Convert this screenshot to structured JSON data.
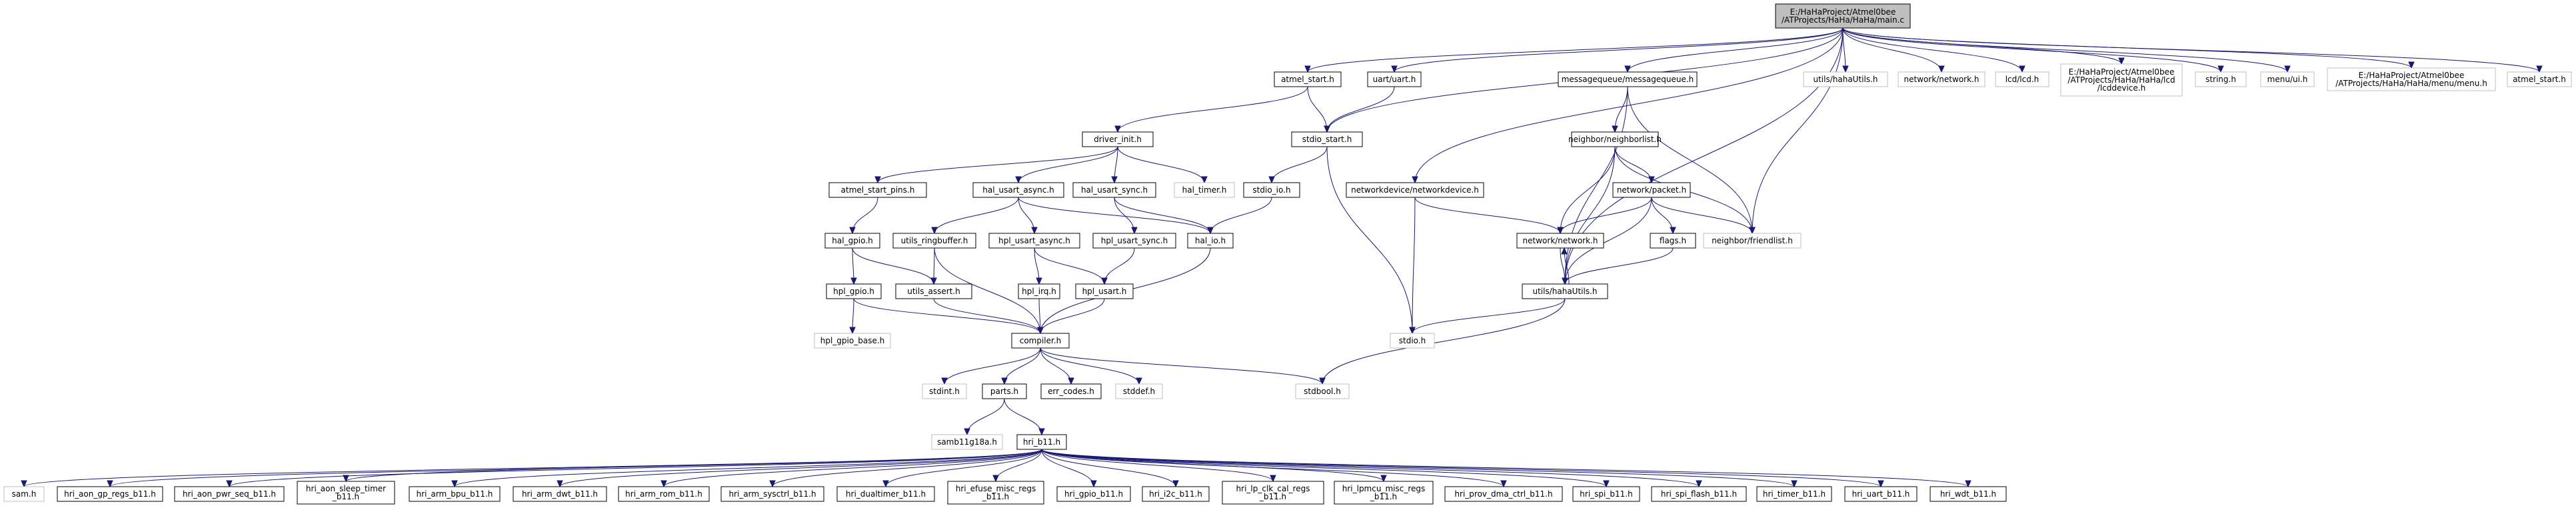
{
  "colors": {
    "edge": "#191970",
    "root_fill": "#bfbfbf",
    "root_border": "#000000",
    "documented_border": "#000000",
    "undocumented_border": "#bfbfbf",
    "node_fill": "#ffffff"
  },
  "nodes": [
    {
      "id": "main_c",
      "lines": [
        "E:/HaHaProject/Atmel0bee",
        "/ATProjects/HaHa/HaHa/main.c"
      ],
      "kind": "root"
    },
    {
      "id": "atmel_start_h",
      "lines": [
        "atmel_start.h"
      ],
      "kind": "documented"
    },
    {
      "id": "uart_h",
      "lines": [
        "uart/uart.h"
      ],
      "kind": "documented"
    },
    {
      "id": "mq_h",
      "lines": [
        "messagequeue/messagequeue.h"
      ],
      "kind": "documented"
    },
    {
      "id": "hahautils_top",
      "lines": [
        "utils/hahaUtils.h"
      ],
      "kind": "undocumented"
    },
    {
      "id": "network_top",
      "lines": [
        "network/network.h"
      ],
      "kind": "undocumented"
    },
    {
      "id": "lcd_h",
      "lines": [
        "lcd/lcd.h"
      ],
      "kind": "undocumented"
    },
    {
      "id": "lcddevice_h",
      "lines": [
        "E:/HaHaProject/Atmel0bee",
        "/ATProjects/HaHa/HaHa/lcd",
        "/lcddevice.h"
      ],
      "kind": "undocumented"
    },
    {
      "id": "string_h",
      "lines": [
        "string.h"
      ],
      "kind": "undocumented"
    },
    {
      "id": "menuui_h",
      "lines": [
        "menu/ui.h"
      ],
      "kind": "undocumented"
    },
    {
      "id": "menu_h",
      "lines": [
        "E:/HaHaProject/Atmel0bee",
        "/ATProjects/HaHa/HaHa/menu/menu.h"
      ],
      "kind": "undocumented"
    },
    {
      "id": "atmel_start_r",
      "lines": [
        "atmel_start.h"
      ],
      "kind": "undocumented"
    },
    {
      "id": "driver_init_h",
      "lines": [
        "driver_init.h"
      ],
      "kind": "documented"
    },
    {
      "id": "stdio_start_h",
      "lines": [
        "stdio_start.h"
      ],
      "kind": "documented"
    },
    {
      "id": "neighborlist_h",
      "lines": [
        "neighbor/neighborlist.h"
      ],
      "kind": "documented"
    },
    {
      "id": "atmel_start_pins_h",
      "lines": [
        "atmel_start_pins.h"
      ],
      "kind": "documented"
    },
    {
      "id": "hal_usart_async_h",
      "lines": [
        "hal_usart_async.h"
      ],
      "kind": "documented"
    },
    {
      "id": "hal_usart_sync_h",
      "lines": [
        "hal_usart_sync.h"
      ],
      "kind": "documented"
    },
    {
      "id": "hal_timer_h",
      "lines": [
        "hal_timer.h"
      ],
      "kind": "undocumented"
    },
    {
      "id": "stdio_io_h",
      "lines": [
        "stdio_io.h"
      ],
      "kind": "documented"
    },
    {
      "id": "networkdevice_h",
      "lines": [
        "networkdevice/networkdevice.h"
      ],
      "kind": "documented"
    },
    {
      "id": "packet_h",
      "lines": [
        "network/packet.h"
      ],
      "kind": "documented"
    },
    {
      "id": "hal_gpio_h",
      "lines": [
        "hal_gpio.h"
      ],
      "kind": "documented"
    },
    {
      "id": "utils_ringbuffer_h",
      "lines": [
        "utils_ringbuffer.h"
      ],
      "kind": "documented"
    },
    {
      "id": "hpl_usart_async_h",
      "lines": [
        "hpl_usart_async.h"
      ],
      "kind": "documented"
    },
    {
      "id": "hpl_usart_sync_h",
      "lines": [
        "hpl_usart_sync.h"
      ],
      "kind": "documented"
    },
    {
      "id": "hal_io_h",
      "lines": [
        "hal_io.h"
      ],
      "kind": "documented"
    },
    {
      "id": "network_h",
      "lines": [
        "network/network.h"
      ],
      "kind": "documented"
    },
    {
      "id": "flags_h",
      "lines": [
        "flags.h"
      ],
      "kind": "documented"
    },
    {
      "id": "friendlist_h",
      "lines": [
        "neighbor/friendlist.h"
      ],
      "kind": "undocumented"
    },
    {
      "id": "hpl_gpio_h",
      "lines": [
        "hpl_gpio.h"
      ],
      "kind": "documented"
    },
    {
      "id": "utils_assert_h",
      "lines": [
        "utils_assert.h"
      ],
      "kind": "documented"
    },
    {
      "id": "hpl_irq_h",
      "lines": [
        "hpl_irq.h"
      ],
      "kind": "documented"
    },
    {
      "id": "hpl_usart_h",
      "lines": [
        "hpl_usart.h"
      ],
      "kind": "documented"
    },
    {
      "id": "hahautils_h",
      "lines": [
        "utils/hahaUtils.h"
      ],
      "kind": "documented"
    },
    {
      "id": "hpl_gpio_base_h",
      "lines": [
        "hpl_gpio_base.h"
      ],
      "kind": "undocumented"
    },
    {
      "id": "compiler_h",
      "lines": [
        "compiler.h"
      ],
      "kind": "documented"
    },
    {
      "id": "stdio_h",
      "lines": [
        "stdio.h"
      ],
      "kind": "undocumented"
    },
    {
      "id": "stdint_h",
      "lines": [
        "stdint.h"
      ],
      "kind": "undocumented"
    },
    {
      "id": "parts_h",
      "lines": [
        "parts.h"
      ],
      "kind": "documented"
    },
    {
      "id": "err_codes_h",
      "lines": [
        "err_codes.h"
      ],
      "kind": "documented"
    },
    {
      "id": "stddef_h",
      "lines": [
        "stddef.h"
      ],
      "kind": "undocumented"
    },
    {
      "id": "stdbool_h",
      "lines": [
        "stdbool.h"
      ],
      "kind": "undocumented"
    },
    {
      "id": "samb11g18a_h",
      "lines": [
        "samb11g18a.h"
      ],
      "kind": "undocumented"
    },
    {
      "id": "hri_b11_h",
      "lines": [
        "hri_b11.h"
      ],
      "kind": "documented"
    },
    {
      "id": "sam_h",
      "lines": [
        "sam.h"
      ],
      "kind": "undocumented"
    },
    {
      "id": "hri_aon_gp_regs",
      "lines": [
        "hri_aon_gp_regs_b11.h"
      ],
      "kind": "documented"
    },
    {
      "id": "hri_aon_pwr_seq",
      "lines": [
        "hri_aon_pwr_seq_b11.h"
      ],
      "kind": "documented"
    },
    {
      "id": "hri_aon_sleep_timer",
      "lines": [
        "hri_aon_sleep_timer",
        "_b11.h"
      ],
      "kind": "documented"
    },
    {
      "id": "hri_arm_bpu",
      "lines": [
        "hri_arm_bpu_b11.h"
      ],
      "kind": "documented"
    },
    {
      "id": "hri_arm_dwt",
      "lines": [
        "hri_arm_dwt_b11.h"
      ],
      "kind": "documented"
    },
    {
      "id": "hri_arm_rom",
      "lines": [
        "hri_arm_rom_b11.h"
      ],
      "kind": "documented"
    },
    {
      "id": "hri_arm_sysctrl",
      "lines": [
        "hri_arm_sysctrl_b11.h"
      ],
      "kind": "documented"
    },
    {
      "id": "hri_dualtimer",
      "lines": [
        "hri_dualtimer_b11.h"
      ],
      "kind": "documented"
    },
    {
      "id": "hri_efuse_misc",
      "lines": [
        "hri_efuse_misc_regs",
        "_b11.h"
      ],
      "kind": "documented"
    },
    {
      "id": "hri_gpio",
      "lines": [
        "hri_gpio_b11.h"
      ],
      "kind": "documented"
    },
    {
      "id": "hri_i2c",
      "lines": [
        "hri_i2c_b11.h"
      ],
      "kind": "documented"
    },
    {
      "id": "hri_lp_clk_cal",
      "lines": [
        "hri_lp_clk_cal_regs",
        "_b11.h"
      ],
      "kind": "documented"
    },
    {
      "id": "hri_lpmcu_misc",
      "lines": [
        "hri_lpmcu_misc_regs",
        "_b11.h"
      ],
      "kind": "documented"
    },
    {
      "id": "hri_prov_dma",
      "lines": [
        "hri_prov_dma_ctrl_b11.h"
      ],
      "kind": "documented"
    },
    {
      "id": "hri_spi",
      "lines": [
        "hri_spi_b11.h"
      ],
      "kind": "documented"
    },
    {
      "id": "hri_spi_flash",
      "lines": [
        "hri_spi_flash_b11.h"
      ],
      "kind": "documented"
    },
    {
      "id": "hri_timer",
      "lines": [
        "hri_timer_b11.h"
      ],
      "kind": "documented"
    },
    {
      "id": "hri_uart",
      "lines": [
        "hri_uart_b11.h"
      ],
      "kind": "documented"
    },
    {
      "id": "hri_wdt",
      "lines": [
        "hri_wdt_b11.h"
      ],
      "kind": "documented"
    }
  ],
  "edges": [
    [
      "main_c",
      "atmel_start_h"
    ],
    [
      "main_c",
      "uart_h"
    ],
    [
      "main_c",
      "mq_h"
    ],
    [
      "main_c",
      "hahautils_top"
    ],
    [
      "main_c",
      "network_top"
    ],
    [
      "main_c",
      "lcd_h"
    ],
    [
      "main_c",
      "lcddevice_h"
    ],
    [
      "main_c",
      "string_h"
    ],
    [
      "main_c",
      "menuui_h"
    ],
    [
      "main_c",
      "menu_h"
    ],
    [
      "main_c",
      "atmel_start_r"
    ],
    [
      "main_c",
      "stdio_start_h"
    ],
    [
      "main_c",
      "networkdevice_h"
    ],
    [
      "main_c",
      "friendlist_h"
    ],
    [
      "main_c",
      "hahautils_h"
    ],
    [
      "atmel_start_h",
      "driver_init_h"
    ],
    [
      "atmel_start_h",
      "stdio_start_h"
    ],
    [
      "uart_h",
      "stdio_start_h"
    ],
    [
      "mq_h",
      "neighborlist_h"
    ],
    [
      "mq_h",
      "friendlist_h"
    ],
    [
      "mq_h",
      "hahautils_h"
    ],
    [
      "driver_init_h",
      "atmel_start_pins_h"
    ],
    [
      "driver_init_h",
      "hal_usart_async_h"
    ],
    [
      "driver_init_h",
      "hal_usart_sync_h"
    ],
    [
      "driver_init_h",
      "hal_timer_h"
    ],
    [
      "stdio_start_h",
      "stdio_io_h"
    ],
    [
      "stdio_start_h",
      "stdio_h"
    ],
    [
      "stdio_io_h",
      "hal_io_h"
    ],
    [
      "atmel_start_pins_h",
      "hal_gpio_h"
    ],
    [
      "hal_usart_async_h",
      "utils_ringbuffer_h"
    ],
    [
      "hal_usart_async_h",
      "hpl_usart_async_h"
    ],
    [
      "hal_usart_async_h",
      "hal_io_h"
    ],
    [
      "hal_usart_sync_h",
      "hpl_usart_sync_h"
    ],
    [
      "hal_usart_sync_h",
      "hal_io_h"
    ],
    [
      "hal_gpio_h",
      "hpl_gpio_h"
    ],
    [
      "hal_gpio_h",
      "utils_assert_h"
    ],
    [
      "utils_ringbuffer_h",
      "utils_assert_h"
    ],
    [
      "utils_ringbuffer_h",
      "compiler_h"
    ],
    [
      "hpl_usart_async_h",
      "hpl_irq_h"
    ],
    [
      "hpl_usart_async_h",
      "hpl_usart_h"
    ],
    [
      "hpl_usart_sync_h",
      "hpl_usart_h"
    ],
    [
      "hal_io_h",
      "compiler_h"
    ],
    [
      "hpl_gpio_h",
      "hpl_gpio_base_h"
    ],
    [
      "hpl_gpio_h",
      "compiler_h"
    ],
    [
      "utils_assert_h",
      "compiler_h"
    ],
    [
      "hpl_irq_h",
      "compiler_h"
    ],
    [
      "hpl_usart_h",
      "compiler_h"
    ],
    [
      "neighborlist_h",
      "packet_h"
    ],
    [
      "neighborlist_h",
      "network_h"
    ],
    [
      "neighborlist_h",
      "hahautils_h"
    ],
    [
      "neighborlist_h",
      "friendlist_h"
    ],
    [
      "packet_h",
      "network_h"
    ],
    [
      "packet_h",
      "flags_h"
    ],
    [
      "packet_h",
      "hahautils_h"
    ],
    [
      "packet_h",
      "friendlist_h"
    ],
    [
      "networkdevice_h",
      "network_h"
    ],
    [
      "networkdevice_h",
      "stdio_h"
    ],
    [
      "network_h",
      "hahautils_h"
    ],
    [
      "hahautils_h",
      "network_h"
    ],
    [
      "flags_h",
      "hahautils_h"
    ],
    [
      "hahautils_h",
      "stdio_h"
    ],
    [
      "hahautils_h",
      "stdbool_h"
    ],
    [
      "compiler_h",
      "stdint_h"
    ],
    [
      "compiler_h",
      "parts_h"
    ],
    [
      "compiler_h",
      "err_codes_h"
    ],
    [
      "compiler_h",
      "stddef_h"
    ],
    [
      "compiler_h",
      "stdbool_h"
    ],
    [
      "parts_h",
      "samb11g18a_h"
    ],
    [
      "parts_h",
      "hri_b11_h"
    ],
    [
      "hri_b11_h",
      "sam_h"
    ],
    [
      "hri_b11_h",
      "hri_aon_gp_regs"
    ],
    [
      "hri_b11_h",
      "hri_aon_pwr_seq"
    ],
    [
      "hri_b11_h",
      "hri_aon_sleep_timer"
    ],
    [
      "hri_b11_h",
      "hri_arm_bpu"
    ],
    [
      "hri_b11_h",
      "hri_arm_dwt"
    ],
    [
      "hri_b11_h",
      "hri_arm_rom"
    ],
    [
      "hri_b11_h",
      "hri_arm_sysctrl"
    ],
    [
      "hri_b11_h",
      "hri_dualtimer"
    ],
    [
      "hri_b11_h",
      "hri_efuse_misc"
    ],
    [
      "hri_b11_h",
      "hri_gpio"
    ],
    [
      "hri_b11_h",
      "hri_i2c"
    ],
    [
      "hri_b11_h",
      "hri_lp_clk_cal"
    ],
    [
      "hri_b11_h",
      "hri_lpmcu_misc"
    ],
    [
      "hri_b11_h",
      "hri_prov_dma"
    ],
    [
      "hri_b11_h",
      "hri_spi"
    ],
    [
      "hri_b11_h",
      "hri_spi_flash"
    ],
    [
      "hri_b11_h",
      "hri_timer"
    ],
    [
      "hri_b11_h",
      "hri_uart"
    ],
    [
      "hri_b11_h",
      "hri_wdt"
    ]
  ]
}
